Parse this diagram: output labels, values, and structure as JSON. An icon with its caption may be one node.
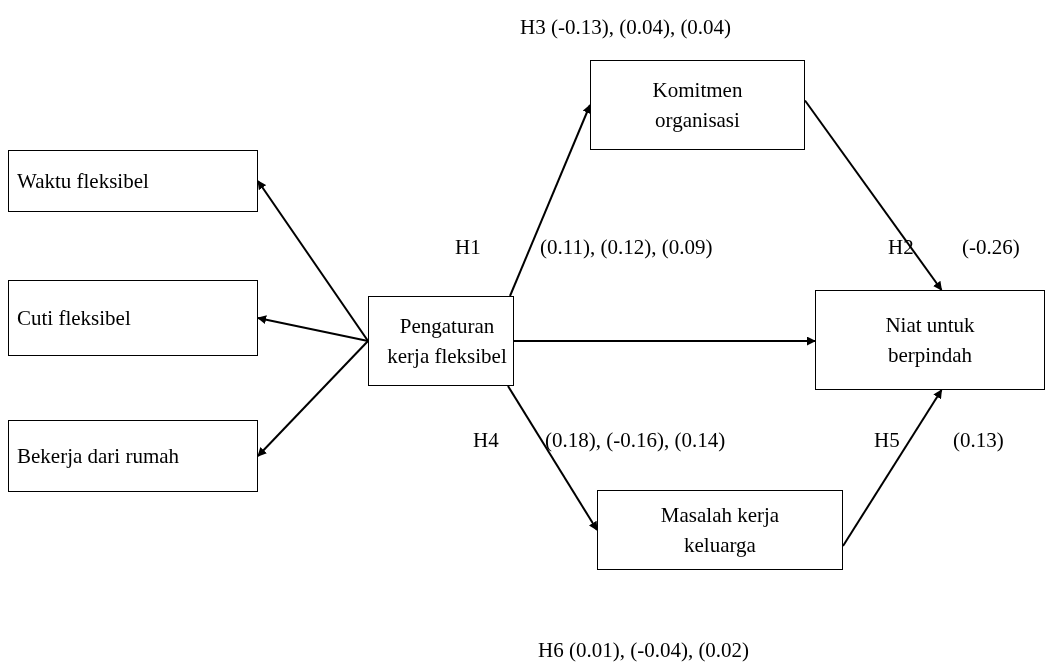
{
  "diagram": {
    "nodes": [
      {
        "text": [
          "Waktu fleksibel"
        ]
      },
      {
        "text": [
          "Cuti fleksibel"
        ]
      },
      {
        "text": [
          "Bekerja dari rumah"
        ]
      },
      {
        "text": [
          "Pengaturan kerja fleksibel"
        ]
      },
      {
        "text": [
          "Komitmen organisasi"
        ]
      },
      {
        "text": [
          "Niat untuk berpindah"
        ]
      },
      {
        "text": [
          "Masalah kerja keluarga"
        ]
      }
    ],
    "edges": [
      {
        "from": 3,
        "to": 0,
        "arrow": "to"
      },
      {
        "from": 3,
        "to": 1,
        "arrow": "to"
      },
      {
        "from": 3,
        "to": 2,
        "arrow": "to"
      },
      {
        "from": 3,
        "to": 4,
        "arrow": "to"
      },
      {
        "from": 3,
        "to": 5,
        "arrow": "to"
      },
      {
        "from": 4,
        "to": 5,
        "arrow": "to"
      },
      {
        "from": 3,
        "to": 6,
        "arrow": "to"
      },
      {
        "from": 6,
        "to": 5,
        "arrow": "to"
      }
    ],
    "labels": [
      "H3 (-0.13), (0.04), (0.04)",
      "H1",
      "(0.11), (0.12), (0.09)",
      "H2",
      "(-0.26)",
      "H4",
      "(0.18), (-0.16), (0.14)",
      "H5",
      "(0.13)",
      "H6 (0.01), (-0.04), (0.02)"
    ]
  }
}
